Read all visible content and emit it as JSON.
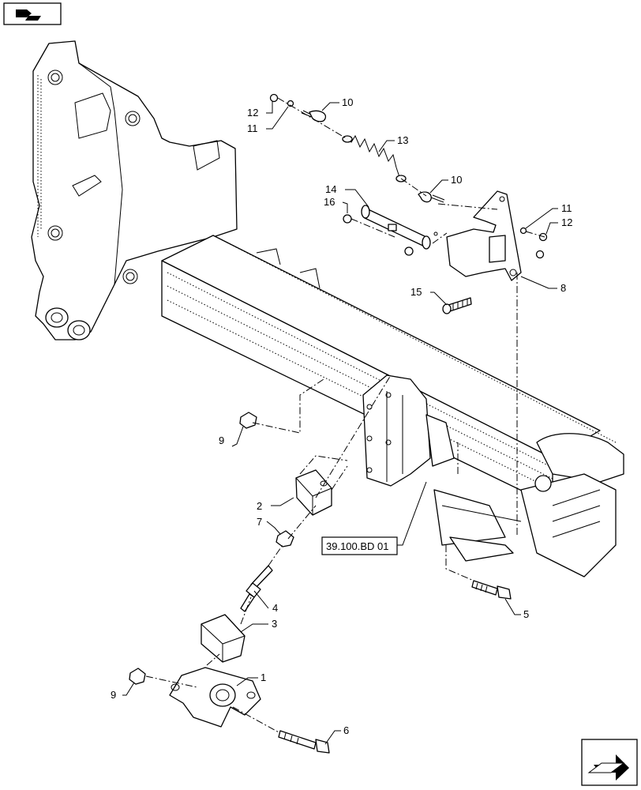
{
  "callouts": {
    "c1": "1",
    "c2": "2",
    "c3": "3",
    "c4": "4",
    "c5": "5",
    "c6": "6",
    "c7": "7",
    "c8": "8",
    "c9a": "9",
    "c9b": "9",
    "c10a": "10",
    "c10b": "10",
    "c11a": "11",
    "c11b": "11",
    "c12a": "12",
    "c12b": "12",
    "c13": "13",
    "c14": "14",
    "c15": "15",
    "c16": "16"
  },
  "reference_label": "39.100.BD 01",
  "icons": {
    "top_left": "book-hand-icon",
    "bottom_right": "next-page-arrow-icon"
  }
}
